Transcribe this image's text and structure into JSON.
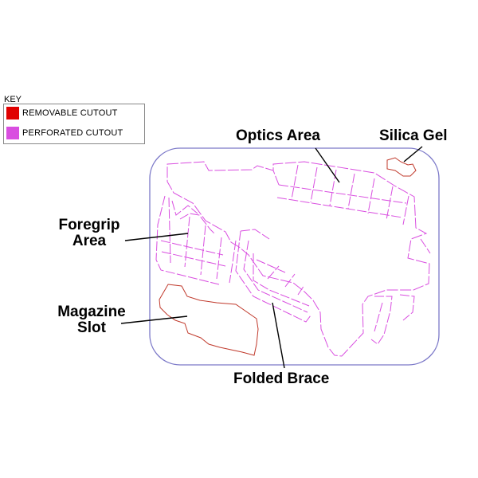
{
  "key": {
    "title": "KEY",
    "items": [
      {
        "label": "REMOVABLE CUTOUT",
        "color": "#e00000"
      },
      {
        "label": "PERFORATED CUTOUT",
        "color": "#d94ee0"
      }
    ]
  },
  "callouts": {
    "optics": "Optics Area",
    "silica": "Silica Gel",
    "foregrip_line1": "Foregrip",
    "foregrip_line2": "Area",
    "magazine_line1": "Magazine",
    "magazine_line2": "Slot",
    "brace": "Folded Brace"
  },
  "colors": {
    "outline": "#7b78c8",
    "perforated": "#d94ee0",
    "removable": "#c0392b",
    "leader": "#000000"
  }
}
